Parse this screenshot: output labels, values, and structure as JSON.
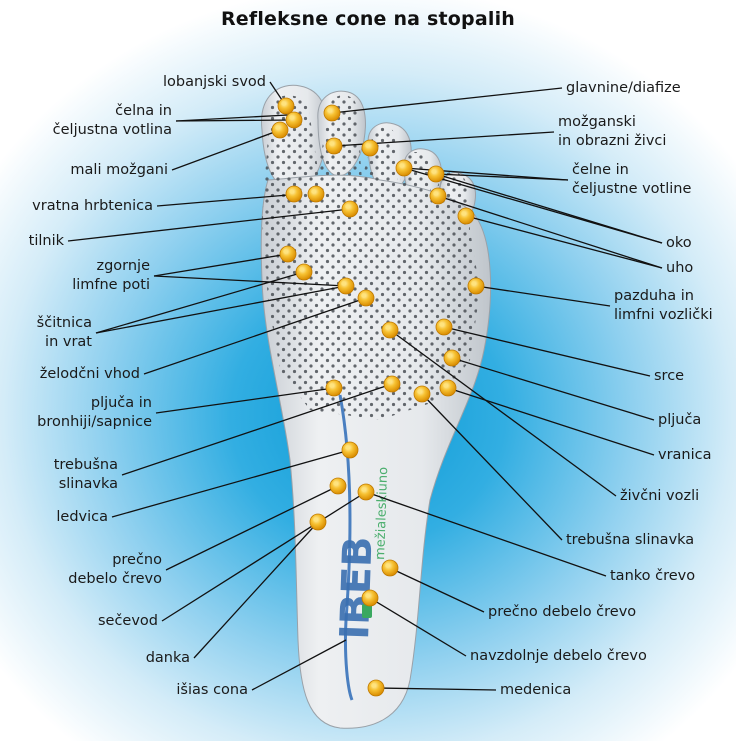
{
  "title": "Refleksne cone na stopalih",
  "brand_text": "IBEB",
  "brand_subtext": "mežialeskiuno",
  "labels_left": [
    {
      "id": "lobanjski-svod",
      "text": "lobanjski svod"
    },
    {
      "id": "celna-in-celjustna-votlina",
      "text": "čelna in\nčeljustna votlina"
    },
    {
      "id": "mali-mozgani",
      "text": "mali možgani"
    },
    {
      "id": "vratna-hrbtenica",
      "text": "vratna hrbtenica"
    },
    {
      "id": "tilnik",
      "text": "tilnik"
    },
    {
      "id": "zgornje-limfne-poti",
      "text": "zgornje\nlimfne poti"
    },
    {
      "id": "scitnica-in-vrat",
      "text": "ščitnica\nin vrat"
    },
    {
      "id": "zelodcni-vhod",
      "text": "želodčni vhod"
    },
    {
      "id": "pljuca-in-bronhiji",
      "text": "pljuča in\nbronhiji/sapnice"
    },
    {
      "id": "trebusna-slinavka-left",
      "text": "trebušna\nslinavka"
    },
    {
      "id": "ledvica",
      "text": "ledvica"
    },
    {
      "id": "precno-debelo-crevo-left",
      "text": "prečno\ndebelo črevo"
    },
    {
      "id": "secevod",
      "text": "sečevod"
    },
    {
      "id": "danka",
      "text": "danka"
    },
    {
      "id": "isias-cona",
      "text": "išias cona"
    }
  ],
  "labels_right": [
    {
      "id": "glavnine-diafize",
      "text": "glavnine/diafize"
    },
    {
      "id": "mozganski-in-obrazni-zivci",
      "text": "možganski\nin obrazni živci"
    },
    {
      "id": "celne-in-celjustne-votline",
      "text": "čelne in\nčeljustne votline"
    },
    {
      "id": "oko",
      "text": "oko"
    },
    {
      "id": "uho",
      "text": "uho"
    },
    {
      "id": "pazduha-in-limfni-vozlicki",
      "text": "pazduha in\nlimfni vozlički"
    },
    {
      "id": "srce",
      "text": "srce"
    },
    {
      "id": "pljuca",
      "text": "pljuča"
    },
    {
      "id": "vranica",
      "text": "vranica"
    },
    {
      "id": "zivcni-vozli",
      "text": "živčni vozli"
    },
    {
      "id": "trebusna-slinavka-right",
      "text": "trebušna slinavka"
    },
    {
      "id": "tanko-crevo",
      "text": "tanko črevo"
    },
    {
      "id": "precno-debelo-crevo-right",
      "text": "prečno debelo črevo"
    },
    {
      "id": "navzdolnje-debelo-crevo",
      "text": "navzdolnje debelo črevo"
    },
    {
      "id": "medenica",
      "text": "medenica"
    }
  ],
  "colors": {
    "background_center": "#0a9ad6",
    "insole": "#e2e6ea",
    "marker": "#f2a900",
    "marker_highlight": "#ffe27a",
    "line": "#111111",
    "brand": "#3a6fb0",
    "brand_accent": "#3aa860"
  }
}
